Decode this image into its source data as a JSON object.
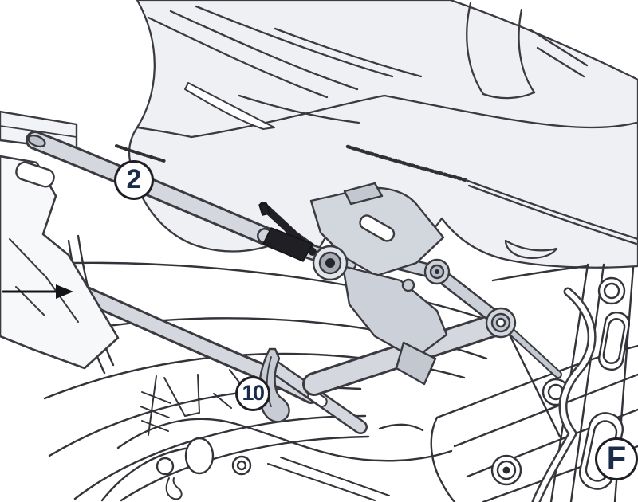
{
  "page": {
    "kind": "installation-diagram",
    "description": "Line-art side view of a motorcycle rear end showing pannier-rack mounting points"
  },
  "diagram": {
    "callouts": [
      {
        "id": "2",
        "label": "2"
      },
      {
        "id": "10",
        "label": "10"
      },
      {
        "id": "F",
        "label": "F"
      }
    ],
    "arrow": {
      "direction": "right"
    },
    "colors": {
      "outline": "#3a3a40",
      "panel_fill": "#eef0f4",
      "metal_fill": "#d3d6dd",
      "metal_dark": "#bfc4cc",
      "clamp_black": "#1f1f24",
      "callout_text": "#1b2b4a",
      "callout_ring": "#1e1e24",
      "callout_fill": "#ffffff"
    }
  }
}
